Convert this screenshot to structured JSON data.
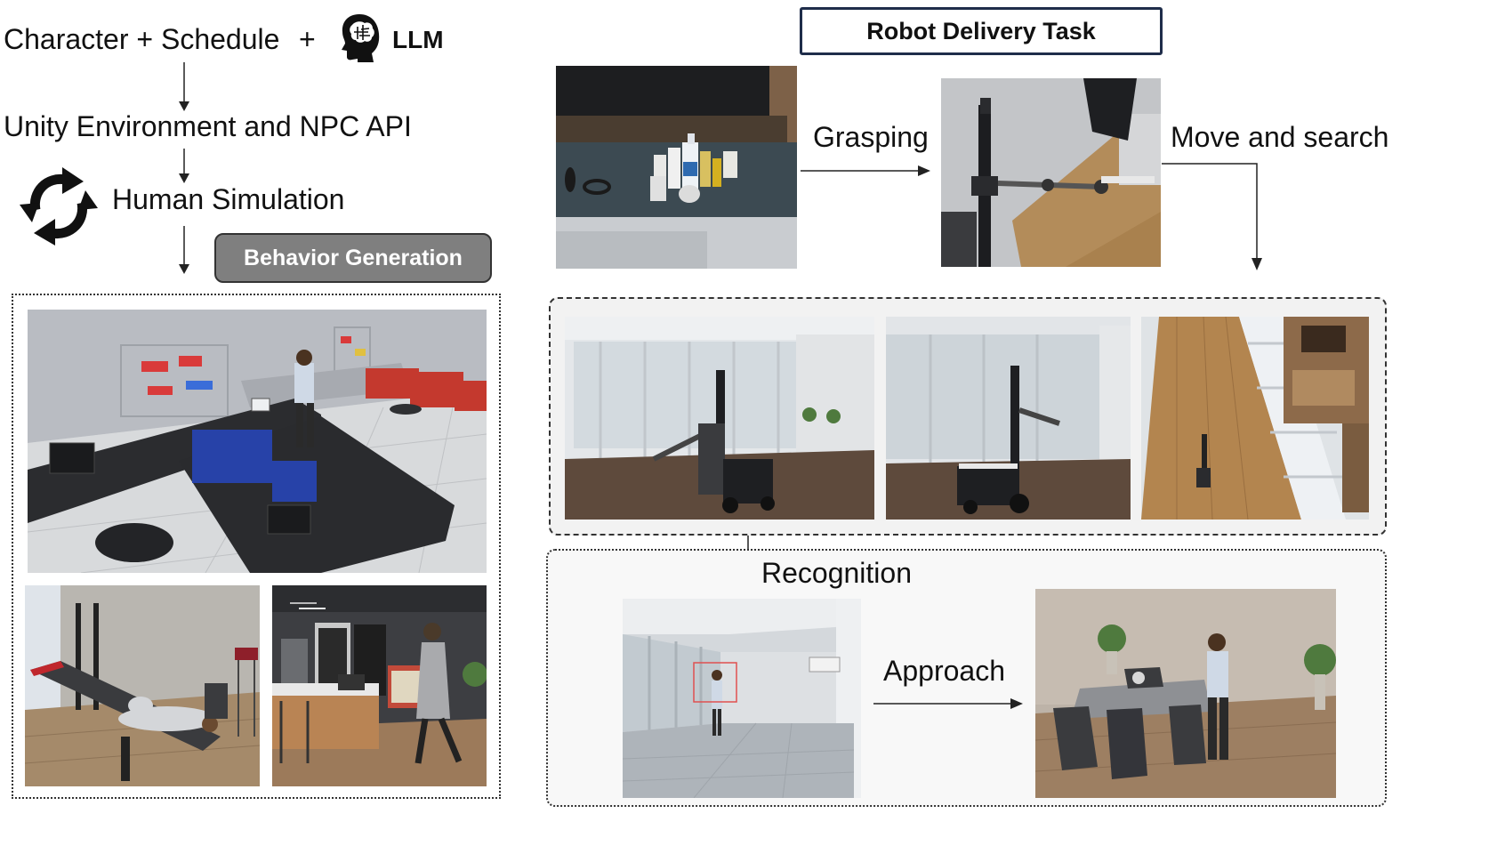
{
  "pipeline": {
    "step1": "Character + Schedule",
    "plus": "+",
    "llm_label": "LLM",
    "step2": "Unity Environment and NPC API",
    "step3": "Human Simulation",
    "behavior_badge": "Behavior Generation"
  },
  "task": {
    "title": "Robot Delivery Task",
    "grasping": "Grasping",
    "move_search": "Move and search",
    "recognition": "Recognition",
    "approach": "Approach"
  },
  "colors": {
    "badge_fill": "#7f7f7f",
    "badge_text": "#ffffff",
    "title_border": "#1f2d4a",
    "panel_bg": "#f2f2f2",
    "detect_box": "#e05050"
  },
  "icons": {
    "brain": "brain-head-icon",
    "cycle": "cycle-arrows-icon"
  }
}
